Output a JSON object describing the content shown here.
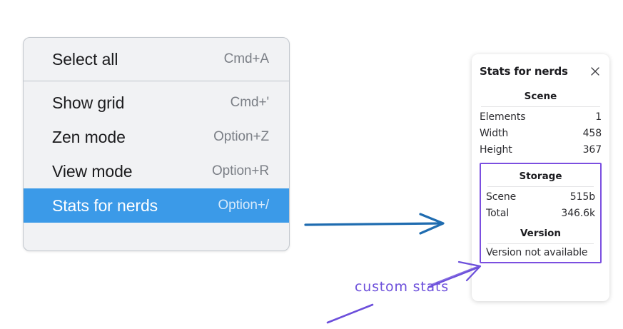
{
  "context_menu": {
    "groups": [
      {
        "items": [
          {
            "label": "Select all",
            "shortcut": "Cmd+A",
            "selected": false
          }
        ]
      },
      {
        "items": [
          {
            "label": "Show grid",
            "shortcut": "Cmd+'",
            "selected": false
          },
          {
            "label": "Zen mode",
            "shortcut": "Option+Z",
            "selected": false
          },
          {
            "label": "View mode",
            "shortcut": "Option+R",
            "selected": false
          },
          {
            "label": "Stats for nerds",
            "shortcut": "Option+/",
            "selected": true
          }
        ]
      }
    ]
  },
  "stats_panel": {
    "title": "Stats for nerds",
    "close_icon": "close-icon",
    "scene": {
      "heading": "Scene",
      "rows": [
        {
          "key": "Elements",
          "value": "1"
        },
        {
          "key": "Width",
          "value": "458"
        },
        {
          "key": "Height",
          "value": "367"
        }
      ]
    },
    "storage": {
      "heading": "Storage",
      "rows": [
        {
          "key": "Scene",
          "value": "515b"
        },
        {
          "key": "Total",
          "value": "346.6k"
        }
      ]
    },
    "version": {
      "heading": "Version",
      "text": "Version not available"
    }
  },
  "annotations": {
    "handwritten_note": "custom stats",
    "note_color": "#6c4fdb",
    "arrow_color": "#1f6cb0",
    "highlight_color": "#3b9ae8"
  }
}
